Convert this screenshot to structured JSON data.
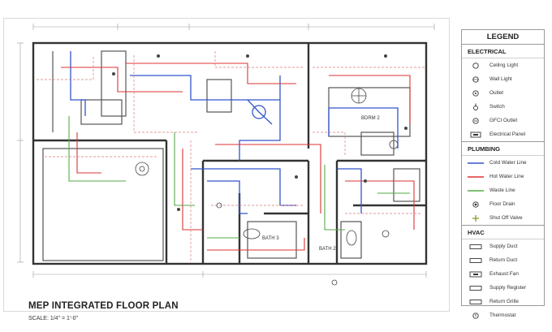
{
  "plan": {
    "title": "MEP INTEGRATED FLOOR PLAN",
    "scale": "SCALE: 1/4\" = 1'-0\"",
    "rooms": {
      "bath3": "BATH 3",
      "bath2": "BATH 2",
      "bdrm": "BDRM 2"
    }
  },
  "legend": {
    "title": "LEGEND",
    "electrical": {
      "heading": "ELECTRICAL",
      "items": [
        {
          "label": "Ceiling Light",
          "icon": "ceiling-light-icon"
        },
        {
          "label": "Wall Light",
          "icon": "wall-light-icon"
        },
        {
          "label": "Outlet",
          "icon": "outlet-icon"
        },
        {
          "label": "Switch",
          "icon": "switch-icon"
        },
        {
          "label": "GFCI Outlet",
          "icon": "gfci-outlet-icon"
        },
        {
          "label": "Electrical Panel",
          "icon": "electrical-panel-icon"
        }
      ]
    },
    "plumbing": {
      "heading": "PLUMBING",
      "items": [
        {
          "label": "Cold Water Line",
          "color": "#3355cc"
        },
        {
          "label": "Hot Water Line",
          "color": "#dd3333"
        },
        {
          "label": "Waste Line",
          "color": "#55aa44"
        },
        {
          "label": "Floor Drain",
          "icon": "floor-drain-icon"
        },
        {
          "label": "Shut Off Valve",
          "icon": "shut-off-valve-icon"
        }
      ]
    },
    "hvac": {
      "heading": "HVAC",
      "items": [
        {
          "label": "Supply Duct",
          "icon": "supply-duct-icon"
        },
        {
          "label": "Return Duct",
          "icon": "return-duct-icon"
        },
        {
          "label": "Exhaust Fan",
          "icon": "exhaust-fan-icon"
        },
        {
          "label": "Supply Register",
          "icon": "supply-register-icon"
        },
        {
          "label": "Return Grille",
          "icon": "return-grille-icon"
        },
        {
          "label": "Thermostat",
          "icon": "thermostat-icon"
        }
      ]
    }
  }
}
